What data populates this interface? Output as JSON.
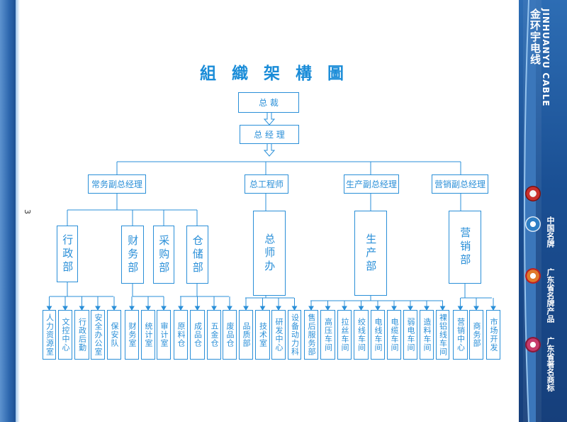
{
  "title": "組 織 架 構 圖",
  "page_number": "3",
  "brand": {
    "name_cn": "金环宇电线",
    "name_en": "JINHUANYU CABLE"
  },
  "certifications": [
    "中国名牌",
    "广东省名牌产品",
    "广东省著名商标"
  ],
  "chart": {
    "ceo": "总 裁",
    "gm": "总 经 理",
    "divisions": [
      {
        "name": "常务副总经理",
        "departments": [
          {
            "name": "行政部",
            "units": [
              "人力资源室",
              "文控中心",
              "行政后勤",
              "安全办公室",
              "保安队"
            ]
          },
          {
            "name": "财务部",
            "units": [
              "财务室",
              "统计室",
              "审计室"
            ]
          },
          {
            "name": "采购部",
            "units": []
          },
          {
            "name": "仓储部",
            "units": [
              "原料仓",
              "成品仓",
              "五金仓",
              "废品仓"
            ]
          }
        ]
      },
      {
        "name": "总工程师",
        "departments": [
          {
            "name": "总师办",
            "units": [
              "品质部",
              "技术室",
              "研发中心",
              "设备动力科"
            ]
          }
        ]
      },
      {
        "name": "生产副总经理",
        "departments": [
          {
            "name": "生产部",
            "units": [
              "售后服务部",
              "高压车间",
              "拉丝车间",
              "绞线车间",
              "电线车间",
              "电缆车间",
              "弱电车间",
              "造料车间",
              "裸铝线车间"
            ]
          }
        ]
      },
      {
        "name": "营销副总经理",
        "departments": [
          {
            "name": "营销部",
            "units": [
              "营销中心",
              "商务部",
              "市场开发"
            ]
          }
        ]
      }
    ]
  }
}
